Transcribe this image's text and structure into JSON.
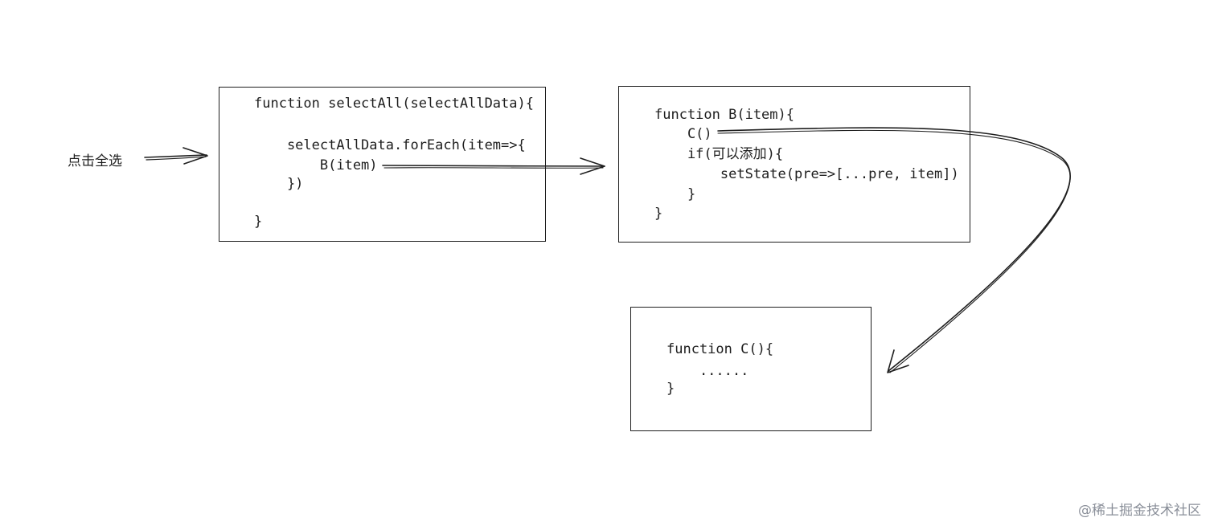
{
  "trigger_label": "点击全选",
  "select_all_block": {
    "lines": [
      "function selectAll(selectAllData){",
      "    selectAllData.forEach(item=>{",
      "        B(item)",
      "    })",
      "}"
    ]
  },
  "function_b_block": {
    "lines": [
      "function B(item){",
      "    C()",
      "    if(可以添加){",
      "        setState(pre=>[...pre, item])",
      "    }",
      "}"
    ]
  },
  "function_c_block": {
    "lines": [
      "function C(){",
      "    ......",
      "}"
    ]
  },
  "watermark": "@稀土掘金技术社区",
  "colors": {
    "stroke": "#1e1e1e",
    "watermark": "#8a8f99",
    "background": "#ffffff"
  }
}
